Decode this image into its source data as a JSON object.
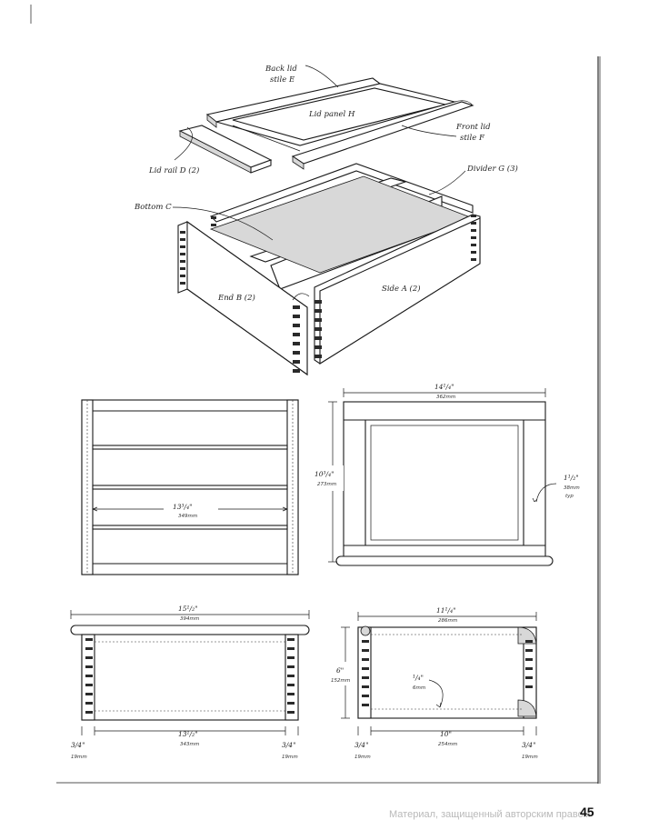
{
  "exploded_view": {
    "labels": {
      "back_lid_stile_line1": "Back lid",
      "back_lid_stile_line2": "stile E",
      "lid_panel": "Lid panel H",
      "front_lid_stile_line1": "Front lid",
      "front_lid_stile_line2": "stile F",
      "lid_rail": "Lid rail D (2)",
      "divider": "Divider G (3)",
      "bottom": "Bottom C",
      "end": "End B (2)",
      "side": "Side A (2)"
    }
  },
  "drawings": {
    "top_view_box": {
      "dim_length": "13³/₄\"",
      "dim_length_mm": "349mm"
    },
    "top_view_lid": {
      "dim_width": "14¹/₄\"",
      "dim_width_mm": "362mm",
      "dim_depth": "10³/₄\"",
      "dim_depth_mm": "273mm",
      "dim_stile": "1¹/₂\"",
      "dim_stile_mm": "38mm",
      "dim_stile_note": "typ"
    },
    "front_view": {
      "dim_overall": "15¹/₂\"",
      "dim_overall_mm": "394mm",
      "dim_inner": "13¹/₂\"",
      "dim_inner_mm": "343mm",
      "dim_left_end": "3/4\"",
      "dim_left_end_mm": "19mm",
      "dim_right_end": "3/4\"",
      "dim_right_end_mm": "19mm"
    },
    "end_view": {
      "dim_overall": "11¹/₄\"",
      "dim_overall_mm": "286mm",
      "dim_height": "6\"",
      "dim_height_mm": "152mm",
      "dim_groove": "¹/₄\"",
      "dim_groove_mm": "6mm",
      "dim_inner": "10\"",
      "dim_inner_mm": "254mm",
      "dim_left_end": "3/4\"",
      "dim_left_end_mm": "19mm",
      "dim_right_end": "3/4\"",
      "dim_right_end_mm": "19mm"
    }
  },
  "footer": {
    "watermark": "Материал, защищенный авторским правом",
    "page_number": "45"
  }
}
